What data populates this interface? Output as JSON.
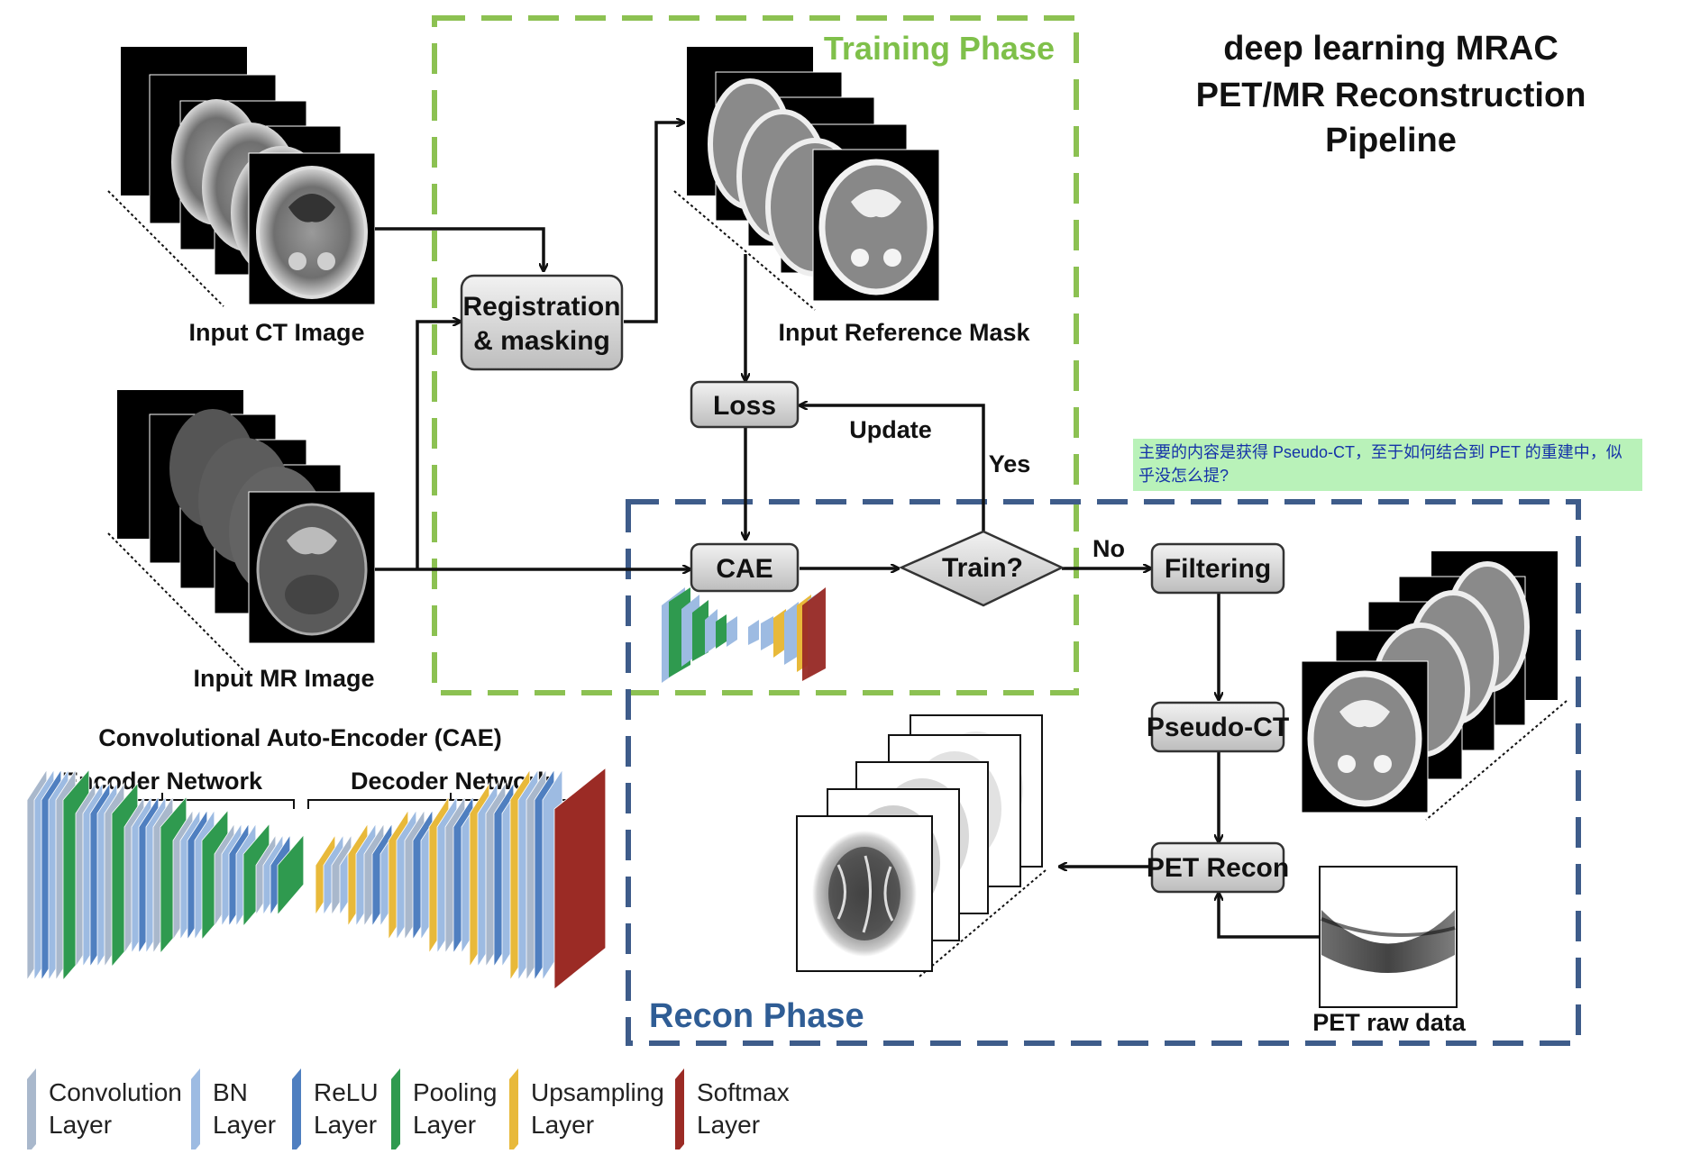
{
  "title": {
    "line1": "deep learning MRAC",
    "line2": "PET/MR Reconstruction",
    "line3": "Pipeline"
  },
  "phases": {
    "training": "Training Phase",
    "recon": "Recon Phase"
  },
  "image_labels": {
    "ct": "Input CT Image",
    "mr": "Input MR Image",
    "mask": "Input Reference Mask",
    "pet_raw": "PET raw data"
  },
  "boxes": {
    "registration_line1": "Registration",
    "registration_line2": "& masking",
    "loss": "Loss",
    "cae": "CAE",
    "train": "Train?",
    "filtering": "Filtering",
    "pseudo_ct": "Pseudo-CT",
    "pet_recon": "PET Recon"
  },
  "edge_labels": {
    "update": "Update",
    "yes": "Yes",
    "no": "No"
  },
  "note": "主要的内容是获得 Pseudo-CT，至于如何结合到 PET 的重建中，似乎没怎么提?",
  "cae_section": {
    "title": "Convolutional Auto-Encoder (CAE)",
    "encoder": "Encoder Network",
    "decoder": "Decoder Network"
  },
  "legend": [
    {
      "line1": "Convolution",
      "line2": "Layer",
      "color": "#a9b8cc"
    },
    {
      "line1": "BN",
      "line2": "Layer",
      "color": "#9dbbe2"
    },
    {
      "line1": "ReLU",
      "line2": "Layer",
      "color": "#4f7fc0"
    },
    {
      "line1": "Pooling",
      "line2": "Layer",
      "color": "#2f9a4f"
    },
    {
      "line1": "Upsampling",
      "line2": "Layer",
      "color": "#e8b93a"
    },
    {
      "line1": "Softmax",
      "line2": "Layer",
      "color": "#9b2b25"
    }
  ],
  "colors": {
    "training_border": "#8cc152",
    "training_text": "#7fc04a",
    "recon_border": "#3e5c8a",
    "recon_text": "#2f5d95"
  }
}
